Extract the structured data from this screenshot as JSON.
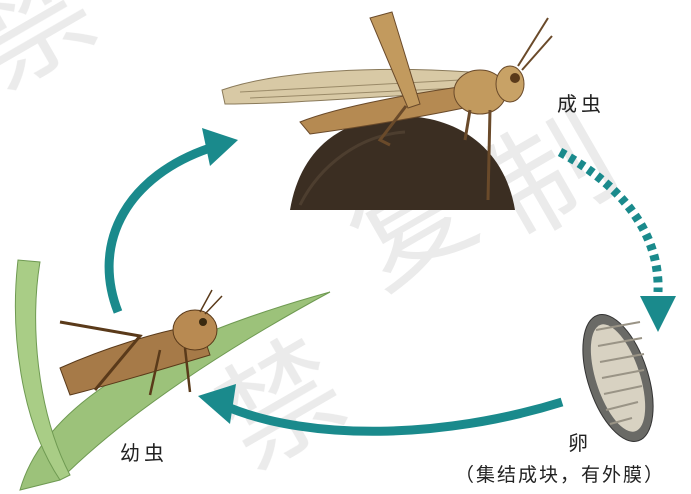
{
  "labels": {
    "adult": "成虫",
    "nymph": "幼虫",
    "egg": "卵",
    "egg_note": "（集结成块，有外膜）"
  },
  "watermark": "严禁复制",
  "colors": {
    "arrow": "#1a8a8c",
    "leaf": "#9cc27a",
    "locust_body": "#b58a52",
    "mound": "#3b2e22"
  },
  "icons": [
    "adult-locust-icon",
    "nymph-locust-icon",
    "egg-pod-icon",
    "mound-icon",
    "leaf-icon"
  ]
}
